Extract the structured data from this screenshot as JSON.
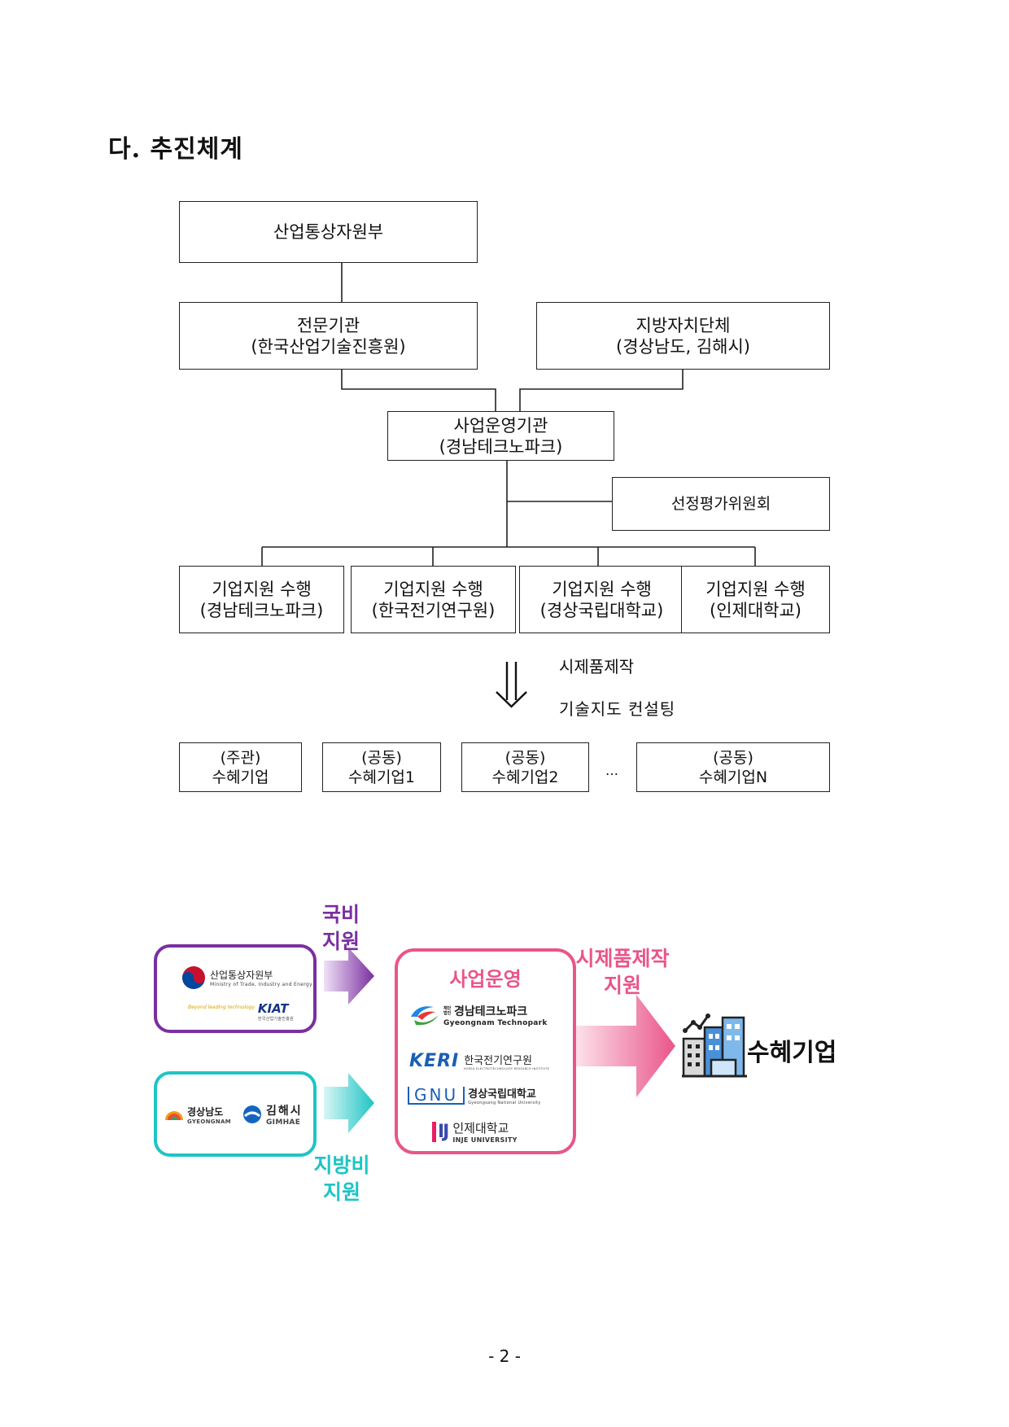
{
  "heading": "다. 추진체계",
  "org_chart": {
    "ministry": "산업통상자원부",
    "agency": {
      "name": "전문기관",
      "detail": "(한국산업기술진흥원)"
    },
    "local_gov": {
      "name": "지방자치단체",
      "detail": "(경상남도, 김해시)"
    },
    "operator": {
      "name": "사업운영기관",
      "detail": "(경남테크노파크)"
    },
    "committee": "선정평가위원회",
    "performers": [
      {
        "name": "기업지원 수행",
        "detail": "(경남테크노파크)"
      },
      {
        "name": "기업지원 수행",
        "detail": "(한국전기연구원)"
      },
      {
        "name": "기업지원 수행",
        "detail": "(경상국립대학교)"
      },
      {
        "name": "기업지원 수행",
        "detail": "(인제대학교)"
      }
    ],
    "arrow_notes": [
      "시제품제작",
      "기술지도 컨설팅"
    ],
    "beneficiaries": [
      {
        "top": "(주관)",
        "bottom": "수혜기업"
      },
      {
        "top": "(공동)",
        "bottom": "수혜기업1"
      },
      {
        "top": "(공동)",
        "bottom": "수혜기업2"
      },
      {
        "top": "(공동)",
        "bottom": "수혜기업N"
      }
    ],
    "ellipsis": "…"
  },
  "infographic": {
    "national_label": [
      "국비",
      "지원"
    ],
    "local_label": [
      "지방비",
      "지원"
    ],
    "operation_label": "사업운영",
    "prototype_label": [
      "시제품제작",
      "지원"
    ],
    "beneficiary_label": "수혜기업",
    "ministry_logo": {
      "name": "산업통상자원부",
      "sub": "Ministry of Trade, Industry and Energy"
    },
    "kiat_logo": {
      "tagline": "Beyond leading technology",
      "name": "KIAT",
      "sub": "한국산업기술진흥원"
    },
    "gyeongnam_logo": {
      "name": "경상남도",
      "sub": "GYEONGNAM"
    },
    "gimhae_logo": {
      "name": "김해시",
      "sub": "GIMHAE"
    },
    "operators": [
      {
        "prefix": "재단법인",
        "name": "경남테크노파크",
        "sub": "Gyeongnam Technopark"
      },
      {
        "mark": "KERI",
        "name": "한국전기연구원",
        "sub": "KOREA ELECTROTECHNOLOGY RESEARCH INSTITUTE"
      },
      {
        "mark": "GNU",
        "name": "경상국립대학교",
        "sub": "Gyeongsang National University"
      },
      {
        "mark": "IJ",
        "name": "인제대학교",
        "sub": "INJE UNIVERSITY"
      }
    ],
    "colors": {
      "purple": "#7a2fa0",
      "teal": "#1fc4c4",
      "pink": "#e9558a"
    }
  },
  "page_number": "- 2 -"
}
